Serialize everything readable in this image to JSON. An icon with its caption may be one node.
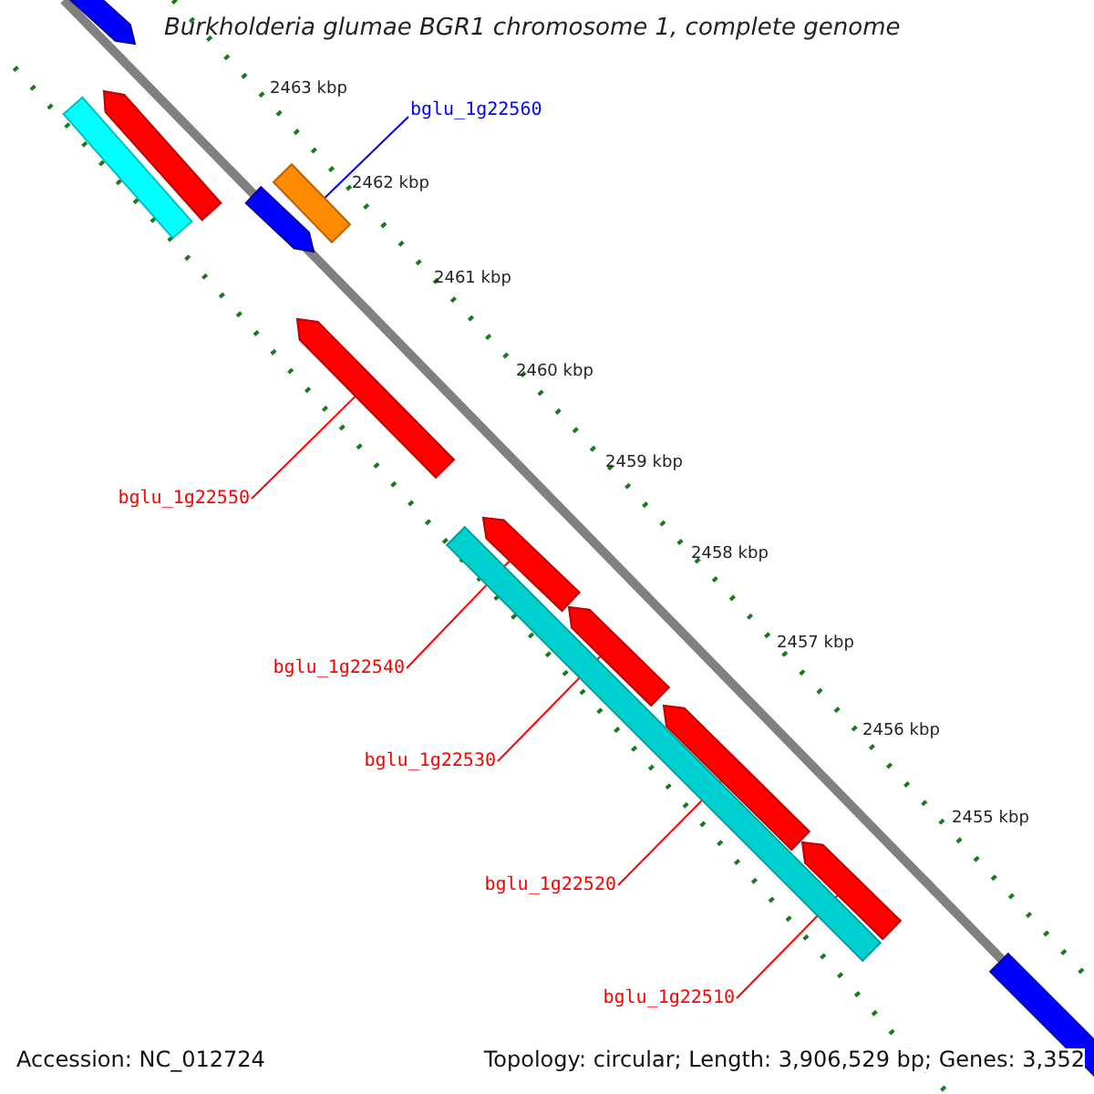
{
  "diagram": {
    "title": "Burkholderia glumae BGR1 chromosome 1, complete genome",
    "nodes": [
      {
        "text": [
          "bglu_1g22560"
        ]
      },
      {
        "text": [],
        "shape": "bar"
      },
      {
        "text": [
          "bglu_1g22550"
        ]
      },
      {
        "text": [],
        "shape": "bar"
      },
      {
        "text": [
          "bglu_1g22540"
        ]
      },
      {
        "text": [],
        "shape": "bar"
      },
      {
        "text": [
          "bglu_1g22530"
        ]
      },
      {
        "text": [],
        "shape": "bar"
      },
      {
        "text": [
          "bglu_1g22520"
        ]
      },
      {
        "text": [],
        "shape": "bar"
      },
      {
        "text": [
          "bglu_1g22510"
        ]
      },
      {
        "text": [],
        "shape": "bar"
      },
      {
        "text": [],
        "shape": "bar"
      },
      {
        "text": [],
        "shape": "bar"
      },
      {
        "text": [],
        "shape": "box"
      },
      {
        "text": [],
        "shape": "bar"
      },
      {
        "text": [],
        "shape": "box"
      },
      {
        "text": [],
        "shape": "box"
      }
    ],
    "edges": [
      {
        "from": 0,
        "to": 1,
        "arrow": "none",
        "color": "#0000ff"
      },
      {
        "from": 2,
        "to": 3,
        "arrow": "none"
      },
      {
        "from": 4,
        "to": 5,
        "arrow": "none"
      },
      {
        "from": 6,
        "to": 7,
        "arrow": "none"
      },
      {
        "from": 8,
        "to": 9,
        "arrow": "none"
      },
      {
        "from": 10,
        "to": 11,
        "arrow": "none"
      }
    ],
    "labels": [
      "2463 kbp",
      "2462 kbp",
      "2461 kbp",
      "2460 kbp",
      "2459 kbp",
      "2458 kbp",
      "2457 kbp",
      "2456 kbp",
      "2455 kbp",
      "Accession: NC_012724",
      "Topology: circular; Length: 3,906,529 bp; Genes: 3,352"
    ]
  }
}
